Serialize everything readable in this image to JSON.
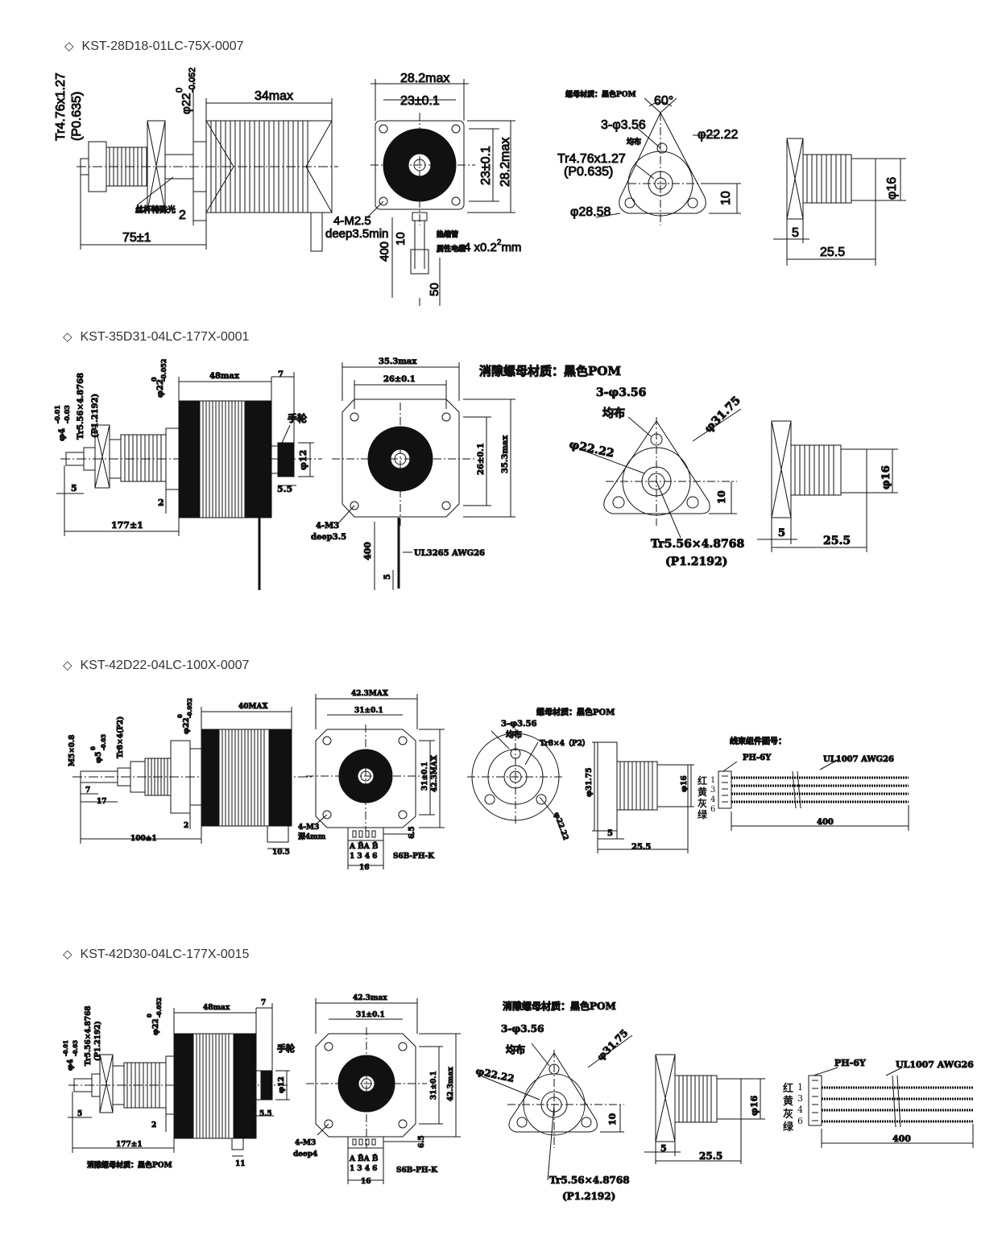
{
  "sections": [
    {
      "model": "KST-28D18-01LC-75X-0007",
      "side": {
        "thread": "Tr4.76x1.27",
        "pitch": "(P0.635)",
        "boss": "φ22",
        "boss_tol_top": "0",
        "boss_tol_bot": "-0.052",
        "body": "34max",
        "screw_note": "丝杆特殊光",
        "gap": "2",
        "length": "75±1"
      },
      "front": {
        "width_max": "28.2max",
        "hole_spacing": "23±0.1",
        "height_spacing": "23±0.1",
        "height_max": "28.2max",
        "holes": "4-M2.5",
        "depth": "deep3.5min",
        "lead_len": "400",
        "lead_gap": "10",
        "lead_end": "50",
        "sleeve_note": "热缩管",
        "cable_note": "属性电缆",
        "cable_spec": "4 x0.2",
        "cable_unit": "mm",
        "cable_sup": "2"
      },
      "nut": {
        "material": "螺母材质：黑色POM",
        "angle": "60°",
        "holes": "3-φ3.56",
        "even": "均布",
        "dia": "φ22.22",
        "thread": "Tr4.76x1.27",
        "pitch": "(P0.635)",
        "outer": "φ28.58",
        "offset": "10"
      },
      "nut_side": {
        "dia": "φ16",
        "flange": "5",
        "length": "25.5"
      }
    },
    {
      "model": "KST-35D31-04LC-177X-0001",
      "side": {
        "shaft": "φ4",
        "shaft_tol_top": "-0.01",
        "shaft_tol_bot": "-0.03",
        "thread": "Tr5.56×4.8768",
        "pitch": "(P1.2192)",
        "boss": "φ22",
        "boss_tol_top": "0",
        "boss_tol_bot": "-0.052",
        "body": "48max",
        "knob_w": "7",
        "knob_note": "手轮",
        "knob_dia": "φ12",
        "knob_len": "5.5",
        "shaft_len": "5",
        "gap": "2",
        "length": "177±1"
      },
      "front": {
        "width_max": "35.3max",
        "hole_spacing": "26±0.1",
        "height_spacing": "26±0.1",
        "height_max": "35.3max",
        "holes": "4-M3",
        "depth": "deep3.5",
        "lead_len": "400",
        "lead_gap": "5",
        "cable_spec": "UL3265 AWG26"
      },
      "nut": {
        "material": "消隙螺母材质：黑色POM",
        "holes": "3-φ3.56",
        "even": "均布",
        "dia": "φ22.22",
        "outer": "φ31.75",
        "offset": "10",
        "thread": "Tr5.56×4.8768",
        "pitch": "(P1.2192)"
      },
      "nut_side": {
        "dia": "φ16",
        "flange": "5",
        "length": "25.5"
      }
    },
    {
      "model": "KST-42D22-04LC-100X-0007",
      "side": {
        "shaft": "M5×0.8",
        "shaft2": "φ5",
        "shaft2_tol_top": "0",
        "shaft2_tol_bot": "-0.03",
        "thread": "Tr8×4(P2)",
        "boss": "φ22",
        "boss_tol_top": "0",
        "boss_tol_bot": "-0.052",
        "body": "40MAX",
        "len1": "7",
        "len2": "17",
        "gap": "2",
        "length": "100±1",
        "connector_w": "10.5"
      },
      "front": {
        "width_max": "42.3MAX",
        "hole_spacing": "31±0.1",
        "height_spacing": "31±0.1",
        "height_max": "42.3MAX",
        "holes": "4-M3",
        "depth": "深4mm",
        "conn_h": "6.5",
        "pins_top": "A  B̄A  B̄",
        "pins_bot": "1  3 4  6",
        "conn_w": "16",
        "conn_model": "S6B-PH-K"
      },
      "nut": {
        "material": "螺母材质：黑色POM",
        "holes": "3-φ3.56",
        "even": "均布",
        "thread": "Tr8×4（P2）",
        "dia": "φ22.22"
      },
      "nut_side": {
        "outer": "φ31.75",
        "dia": "φ16",
        "flange": "5",
        "length": "25.5"
      },
      "harness": {
        "title": "线束组件图号：",
        "connector": "PH-6Y",
        "cable": "UL1007 AWG26",
        "length": "400",
        "colors": [
          "红",
          "黄",
          "灰",
          "绿"
        ],
        "pins": [
          "1",
          "3",
          "4",
          "6"
        ]
      }
    },
    {
      "model": "KST-42D30-04LC-177X-0015",
      "side": {
        "shaft": "φ4",
        "shaft_tol_top": "-0.01",
        "shaft_tol_bot": "-0.03",
        "thread": "Tr5.56×4.8768",
        "pitch": "(P1.2192)",
        "boss": "φ22",
        "boss_tol_top": "0",
        "boss_tol_bot": "-0.052",
        "body": "48max",
        "knob_w": "7",
        "knob_note": "手轮",
        "knob_dia": "φ12",
        "knob_len": "5.5",
        "shaft_len": "5",
        "gap": "2",
        "length": "177±1",
        "connector_w": "11",
        "material": "消隙螺母材质：黑色POM"
      },
      "front": {
        "width_max": "42.3max",
        "hole_spacing": "31±0.1",
        "height_spacing": "31±0.1",
        "height_max": "42.3max",
        "holes": "4-M3",
        "depth": "deep4",
        "conn_h": "6.5",
        "pins_top": "A  B̄A  B̄",
        "pins_bot": "1  3 4  6",
        "conn_w": "16",
        "conn_model": "S6B-PH-K"
      },
      "nut": {
        "material": "消隙螺母材质：黑色POM",
        "holes": "3-φ3.56",
        "even": "均布",
        "dia": "φ22.22",
        "outer": "φ31.75",
        "offset": "10",
        "thread": "Tr5.56×4.8768",
        "pitch": "(P1.2192)"
      },
      "nut_side": {
        "dia": "φ16",
        "flange": "5",
        "length": "25.5"
      },
      "harness": {
        "connector": "PH-6Y",
        "cable": "UL1007 AWG26",
        "length": "400",
        "colors": [
          "红",
          "黄",
          "灰",
          "绿"
        ],
        "pins": [
          "1",
          "3",
          "4",
          "6"
        ]
      }
    }
  ]
}
